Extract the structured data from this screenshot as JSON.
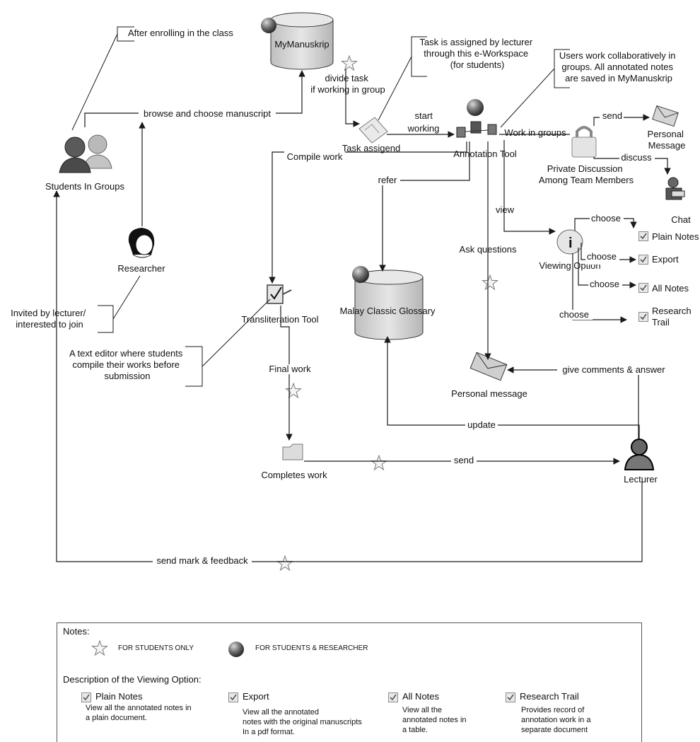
{
  "nodes": {
    "mymanuskrip": "MyManuskrip",
    "task_assigned": "Task assigend",
    "annotation_tool": "Annotation Tool",
    "students": "Students In Groups",
    "researcher": "Researcher",
    "private_discussion": "Private Discussion\nAmong Team Members",
    "personal_message_top": "Personal\nMessage",
    "chat": "Chat",
    "viewing_option": "Viewing Option",
    "plain_notes": "Plain Notes",
    "export": "Export",
    "all_notes": "All Notes",
    "research_trail": "Research\nTrail",
    "transliteration_tool": "Transliteration Tool",
    "glossary": "Malay Classic Glossary",
    "personal_message": "Personal message",
    "completes_work": "Completes work",
    "lecturer": "Lecturer"
  },
  "edges": {
    "browse": "browse and choose manuscript",
    "divide_task": "divide task\nif working in group",
    "start_working": "start\nworking",
    "compile_work": "Compile work",
    "refer": "refer",
    "work_in_groups": "Work in groups",
    "send_top": "send",
    "discuss": "discuss",
    "view": "view",
    "ask_questions": "Ask questions",
    "choose1": "choose",
    "choose2": "choose",
    "choose3": "choose",
    "choose4": "choose",
    "final_work": "Final work",
    "give_comments": "give comments & answer",
    "update": "update",
    "send_bottom": "send",
    "send_mark": "send mark & feedback"
  },
  "callouts": {
    "after_enrolling": "After enrolling in the class",
    "task_is_assigned": "Task is assigned by lecturer\nthrough this e-Workspace\n(for students)",
    "users_work": "Users work collaboratively in\ngroups. All annotated notes\nare saved in MyManuskrip",
    "invited": "Invited by lecturer/\ninterested to join",
    "text_editor": "A text editor where students\ncompile their works before\nsubmission"
  },
  "notes": {
    "title": "Notes:",
    "star_legend": "FOR STUDENTS ONLY",
    "ball_legend": "FOR STUDENTS & RESEARCHER",
    "viewing_title": "Description of the Viewing Option:",
    "options": [
      {
        "name": "Plain Notes",
        "desc": "View all the annotated notes in\na plain document."
      },
      {
        "name": "Export",
        "desc": "View all the annotated\nnotes with the original manuscripts\nIn a pdf format."
      },
      {
        "name": "All Notes",
        "desc": "View all the\nannotated notes in\na table."
      },
      {
        "name": "Research Trail",
        "desc": "Provides record of\nannotation work in a\nseparate document"
      }
    ]
  },
  "colors": {
    "line": "#1a1a1a",
    "cylinder": "#d9d9d9",
    "ball": "#6e6e6e",
    "star": "#f4f4f4"
  }
}
